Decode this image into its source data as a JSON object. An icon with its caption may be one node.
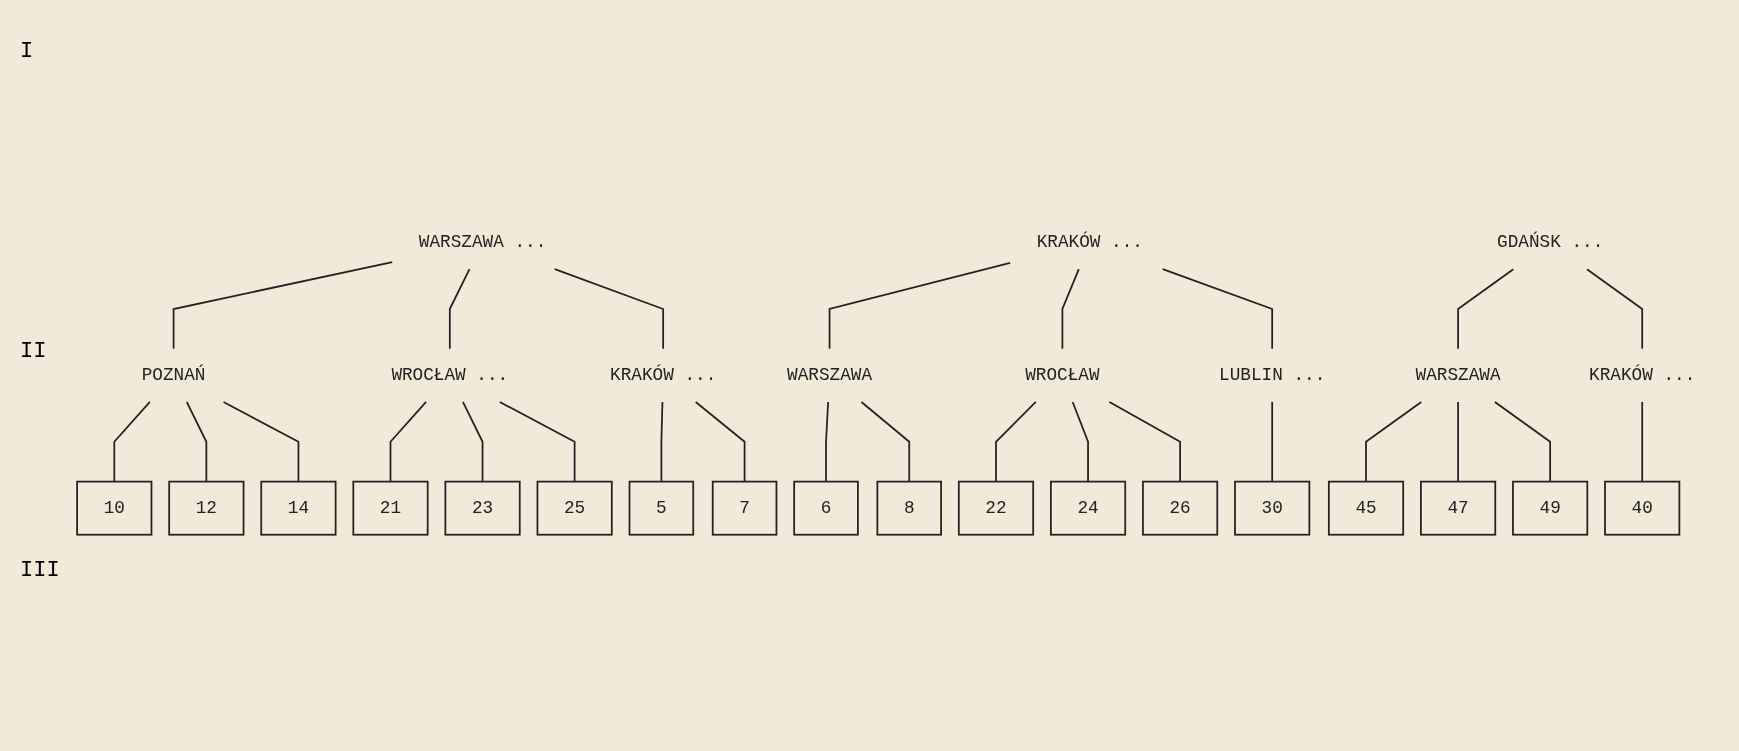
{
  "diagram": {
    "nodes": [
      {
        "text": [
          "WARSZAWA ..."
        ]
      },
      {
        "text": [
          "KRAKÓW ..."
        ]
      },
      {
        "text": [
          "GDAŃSK ..."
        ]
      },
      {
        "text": [
          "POZNAŃ"
        ]
      },
      {
        "text": [
          "WROCŁAW ..."
        ]
      },
      {
        "text": [
          "KRAKÓW ..."
        ]
      },
      {
        "text": [
          "WARSZAWA"
        ]
      },
      {
        "text": [
          "WROCŁAW"
        ]
      },
      {
        "text": [
          "LUBLIN ..."
        ]
      },
      {
        "text": [
          "WARSZAWA"
        ]
      },
      {
        "text": [
          "KRAKÓW ..."
        ]
      },
      {
        "text": [
          "10"
        ]
      },
      {
        "text": [
          "12"
        ]
      },
      {
        "text": [
          "14"
        ]
      },
      {
        "text": [
          "21"
        ]
      },
      {
        "text": [
          "23"
        ]
      },
      {
        "text": [
          "25"
        ]
      },
      {
        "text": [
          "5"
        ]
      },
      {
        "text": [
          "7"
        ]
      },
      {
        "text": [
          "6"
        ]
      },
      {
        "text": [
          "8"
        ]
      },
      {
        "text": [
          "22"
        ]
      },
      {
        "text": [
          "24"
        ]
      },
      {
        "text": [
          "26"
        ]
      },
      {
        "text": [
          "30"
        ]
      },
      {
        "text": [
          "45"
        ]
      },
      {
        "text": [
          "47"
        ]
      },
      {
        "text": [
          "49"
        ]
      },
      {
        "text": [
          "40"
        ]
      }
    ],
    "edges": [
      {
        "from": 0,
        "to": 3,
        "arrow": "none"
      },
      {
        "from": 0,
        "to": 4,
        "arrow": "none"
      },
      {
        "from": 0,
        "to": 5,
        "arrow": "none"
      },
      {
        "from": 1,
        "to": 6,
        "arrow": "none"
      },
      {
        "from": 1,
        "to": 7,
        "arrow": "none"
      },
      {
        "from": 1,
        "to": 8,
        "arrow": "none"
      },
      {
        "from": 2,
        "to": 9,
        "arrow": "none"
      },
      {
        "from": 2,
        "to": 10,
        "arrow": "none"
      },
      {
        "from": 3,
        "to": 11,
        "arrow": "none"
      },
      {
        "from": 3,
        "to": 12,
        "arrow": "none"
      },
      {
        "from": 3,
        "to": 13,
        "arrow": "none"
      },
      {
        "from": 4,
        "to": 14,
        "arrow": "none"
      },
      {
        "from": 4,
        "to": 15,
        "arrow": "none"
      },
      {
        "from": 4,
        "to": 16,
        "arrow": "none"
      },
      {
        "from": 5,
        "to": 17,
        "arrow": "none"
      },
      {
        "from": 5,
        "to": 18,
        "arrow": "none"
      },
      {
        "from": 6,
        "to": 19,
        "arrow": "none"
      },
      {
        "from": 6,
        "to": 20,
        "arrow": "none"
      },
      {
        "from": 7,
        "to": 21,
        "arrow": "none"
      },
      {
        "from": 7,
        "to": 22,
        "arrow": "none"
      },
      {
        "from": 7,
        "to": 23,
        "arrow": "none"
      },
      {
        "from": 8,
        "to": 24,
        "arrow": "none"
      },
      {
        "from": 9,
        "to": 25,
        "arrow": "none"
      },
      {
        "from": 9,
        "to": 26,
        "arrow": "none"
      },
      {
        "from": 9,
        "to": 27,
        "arrow": "none"
      },
      {
        "from": 10,
        "to": 28,
        "arrow": "none"
      }
    ],
    "labels": [
      "I",
      "II",
      "III"
    ]
  }
}
